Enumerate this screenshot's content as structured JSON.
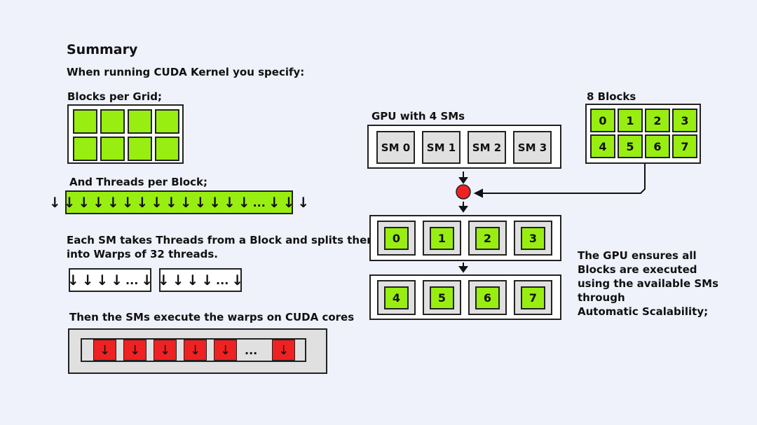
{
  "title": "Summary",
  "subtitle": "When running CUDA Kernel you specify:",
  "blocks_per_grid": {
    "label": "Blocks per Grid;",
    "count": 8
  },
  "threads_per_block": {
    "label": "And Threads per Block;",
    "arrows_before": 14,
    "ellipsis": "...",
    "arrows_after": 3
  },
  "warps": {
    "text_line1": "Each SM takes Threads from a Block and splits them",
    "text_line2": "into Warps of 32 threads.",
    "warp_groups": [
      {
        "arrows_before": 4,
        "ellipsis": "...",
        "arrows_after": 1
      },
      {
        "arrows_before": 4,
        "ellipsis": "...",
        "arrows_after": 1
      }
    ]
  },
  "execute": {
    "label": "Then the SMs execute the warps on CUDA cores",
    "ellipsis": "..."
  },
  "gpu": {
    "label": "GPU with 4 SMs",
    "sms": [
      "SM 0",
      "SM 1",
      "SM 2",
      "SM 3"
    ]
  },
  "blocks": {
    "label": "8 Blocks",
    "ids": [
      "0",
      "1",
      "2",
      "3",
      "4",
      "5",
      "6",
      "7"
    ]
  },
  "scheduled_rows": [
    [
      "0",
      "1",
      "2",
      "3"
    ],
    [
      "4",
      "5",
      "6",
      "7"
    ]
  ],
  "explanation": [
    "The GPU ensures all",
    "Blocks are executed",
    "using the available SMs",
    "through",
    "Automatic Scalability;"
  ],
  "colors": {
    "block_green": "#99ee11",
    "core_red": "#ee2222",
    "sm_gray": "#e0e0e0",
    "background": "#eff1fb"
  },
  "arrow_glyph": "↓"
}
